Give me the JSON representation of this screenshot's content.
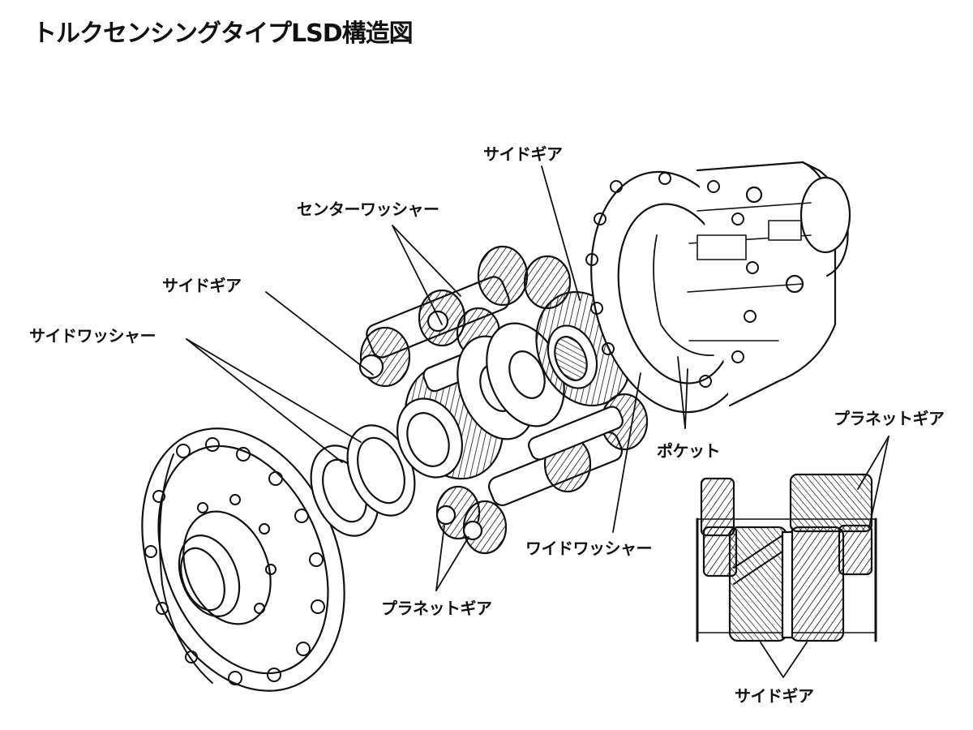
{
  "title": "トルクセンシングタイプLSD構造図",
  "labels": {
    "side_gear_top": "サイドギア",
    "center_washer": "センターワッシャー",
    "side_gear_left": "サイドギア",
    "side_washer": "サイドワッシャー",
    "pocket": "ポケット",
    "planetary_gear_right": "プラネットギア",
    "wide_washer": "ワイドワッシャー",
    "planetary_gear_bottom": "プラネットギア",
    "side_gear_bottom": "サイドギア"
  },
  "colors": {
    "line": "#111111",
    "background": "#ffffff"
  }
}
